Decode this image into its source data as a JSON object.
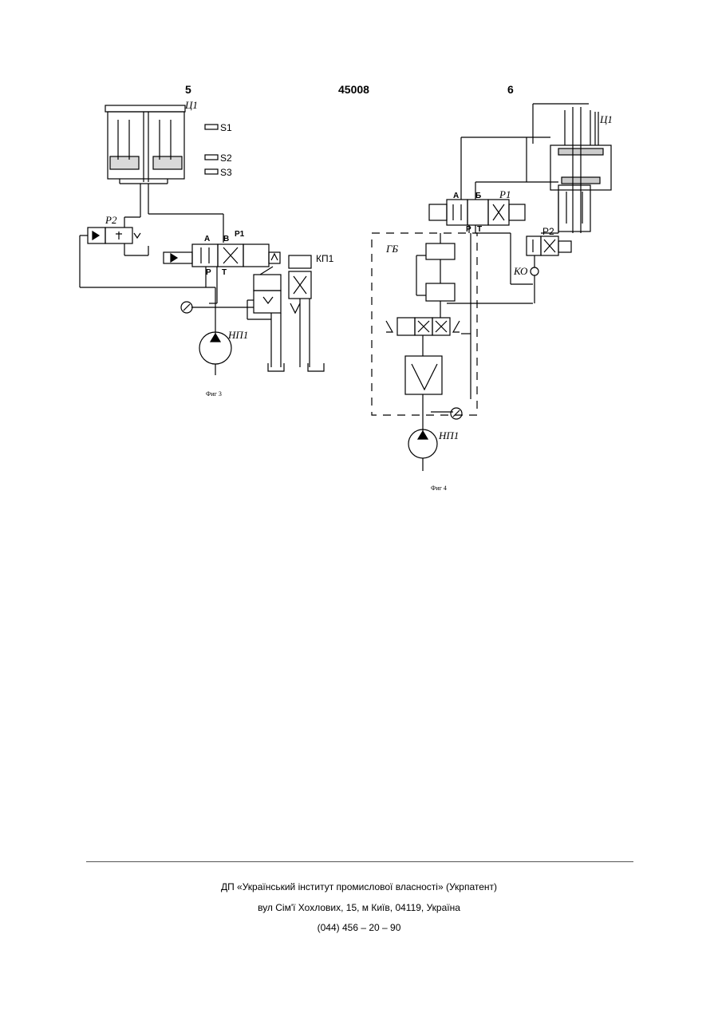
{
  "header": {
    "col_left": "5",
    "doc_number": "45008",
    "col_right": "6"
  },
  "fig3": {
    "caption": "Фиг 3",
    "labels": {
      "cylinder": "Ц1",
      "s1": "S1",
      "s2": "S2",
      "s3": "S3",
      "p2": "Р2",
      "p1": "Р1",
      "a": "A",
      "b": "B",
      "p": "P",
      "t": "T",
      "kp1": "КП1",
      "pump": "НП1"
    }
  },
  "fig4": {
    "caption": "Фиг 4",
    "labels": {
      "cylinder": "Ц1",
      "p1": "Р1",
      "a": "A",
      "b": "Б",
      "p": "P",
      "t": "T",
      "gb": "ГБ",
      "p2": "Р2",
      "ko": "КО",
      "pump": "НП1"
    }
  },
  "footer": {
    "line1": "ДП «Український інститут промислової власності» (Укрпатент)",
    "line2": "вул  Сім'ї Хохлових, 15, м  Київ, 04119, Україна",
    "line3": "(044) 456 – 20 –  90"
  }
}
